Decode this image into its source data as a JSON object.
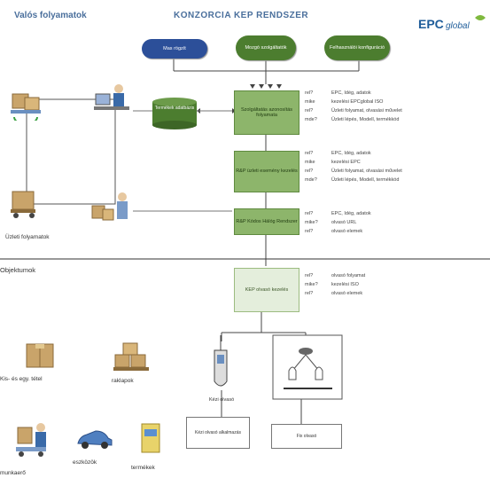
{
  "header": {
    "left_title": "Valós folyamatok",
    "center_title": "KONZORCIA KEP RENDSZER",
    "logo_text": "EPCglobal"
  },
  "top_pills": [
    {
      "label": "Mas rögzít"
    },
    {
      "label": "Mozgó szolgáltatók"
    },
    {
      "label": "Felhasználói konfiguráció"
    }
  ],
  "database": {
    "label": "Termékek adatbázis"
  },
  "process_boxes": [
    {
      "label": "Szolgáltatás azonosítás folyamata"
    },
    {
      "label": "R&P üzleti esemény kezelés"
    },
    {
      "label": "R&P Kódos Hálóg Rendszer"
    },
    {
      "label": "KEP olvasó kezelés"
    }
  ],
  "label_groups": [
    {
      "keys": [
        "rel?",
        "mike",
        "rel?",
        "mde?"
      ],
      "values": [
        "EPC, Idég, adatok",
        "kezelési EPCglobal ISO",
        "Üzleti folyamat, olvasási művelet",
        "Üzleti lépés, Modell, termékkód"
      ]
    },
    {
      "keys": [
        "rel?",
        "mike",
        "rel?",
        "mde?"
      ],
      "values": [
        "EPC, Idég, adatok",
        "kezelési EPC",
        "Üzleti folyamat, olvasási művelet",
        "Üzleti lépés, Modell, termékkód"
      ]
    },
    {
      "keys": [
        "rel?",
        "mike?",
        "rel?"
      ],
      "values": [
        "EPC, Idég, adatok",
        "olvasó URL",
        "olvasó elemek"
      ]
    },
    {
      "keys": [
        "rel?",
        "mike?",
        "rel?"
      ],
      "values": [
        "olvasó folyamat",
        "kezelési ISO",
        "olvasó elemek"
      ]
    }
  ],
  "left_diagram": {
    "caption": "Üzleti folyamatok"
  },
  "section_label": "Objektumok",
  "objects": [
    {
      "caption": "Kis- és egy. tétel"
    },
    {
      "caption": "raklapok"
    },
    {
      "caption": "munkaerő"
    },
    {
      "caption": "eszközök"
    },
    {
      "caption": "termékek"
    }
  ],
  "devices": [
    {
      "label": "Kézi olvasó"
    },
    {
      "label": "Kézi olvasó alkalmazás"
    },
    {
      "label": "Fix olvasó"
    }
  ],
  "colors": {
    "blue_pill": "#2c4f99",
    "green_pill": "#4c7d2f",
    "green_box": "#8db56b",
    "light_green_box": "#e4eedc",
    "header_text": "#4a6f9c"
  }
}
